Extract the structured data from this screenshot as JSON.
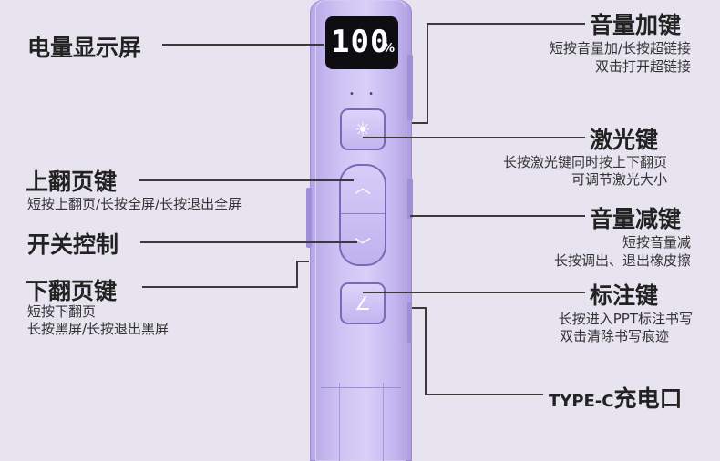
{
  "device": {
    "battery_value": "100",
    "battery_unit": "%",
    "indicator_dots": "• •",
    "laser_glyph": "☀",
    "up_glyph": "︿",
    "down_glyph": "﹀",
    "annotate_glyph": "∠"
  },
  "labels": {
    "battery": {
      "title": "电量显示屏"
    },
    "volume_up": {
      "title": "音量加键",
      "lines": [
        "短按音量加/长按超链接",
        "双击打开超链接"
      ]
    },
    "laser": {
      "title": "激光键",
      "lines": [
        "长按激光键同时按上下翻页",
        "可调节激光大小"
      ]
    },
    "page_up": {
      "title": "上翻页键",
      "lines": [
        "短按上翻页/长按全屏/长按退出全屏"
      ]
    },
    "volume_down": {
      "title": "音量减键",
      "lines": [
        "短按音量减",
        "长按调出、退出橡皮擦"
      ]
    },
    "switch": {
      "title": "开关控制"
    },
    "page_down": {
      "title": "下翻页键",
      "lines": [
        "短按下翻页",
        "长按黑屏/长按退出黑屏"
      ]
    },
    "annotate": {
      "title": "标注键",
      "lines": [
        "长按进入PPT标注书写",
        "双击清除书写痕迹"
      ]
    },
    "charge": {
      "prefix": "TYPE-C",
      "title": "充电口"
    }
  }
}
